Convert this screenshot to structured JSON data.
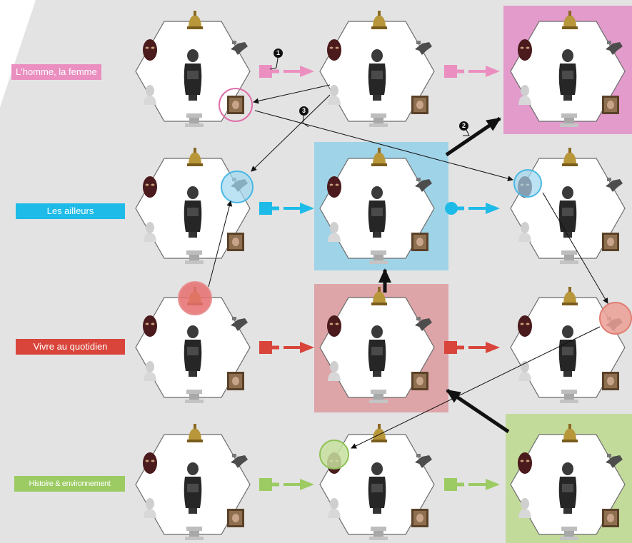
{
  "rows": [
    {
      "label": "L'homme, la femme",
      "color": "#ea8fbf",
      "connector": "square"
    },
    {
      "label": "Les ailleurs",
      "color": "#1ebbe8",
      "connector": "square"
    },
    {
      "label": "Vivre au quotidien",
      "color": "#d9453b",
      "connector": "square"
    },
    {
      "label": "Histoire & environnement",
      "color": "#9bcb62",
      "connector": "square"
    }
  ],
  "row2_second_connector": "circle",
  "highlights": [
    {
      "row": 0,
      "col": 2,
      "color": "#e29bcb"
    },
    {
      "row": 1,
      "col": 1,
      "color": "#9fd3e8"
    },
    {
      "row": 2,
      "col": 1,
      "color": "#dea5a8"
    },
    {
      "row": 3,
      "col": 2,
      "color": "#c3db9a"
    }
  ],
  "annotations": [
    "1",
    "2",
    "3"
  ],
  "icons": [
    "gold-helmet-icon",
    "dark-mask-icon",
    "bird-sculpture-icon",
    "black-statue-icon",
    "painting-icon",
    "marble-bust-icon",
    "stone-pedestal-icon"
  ]
}
